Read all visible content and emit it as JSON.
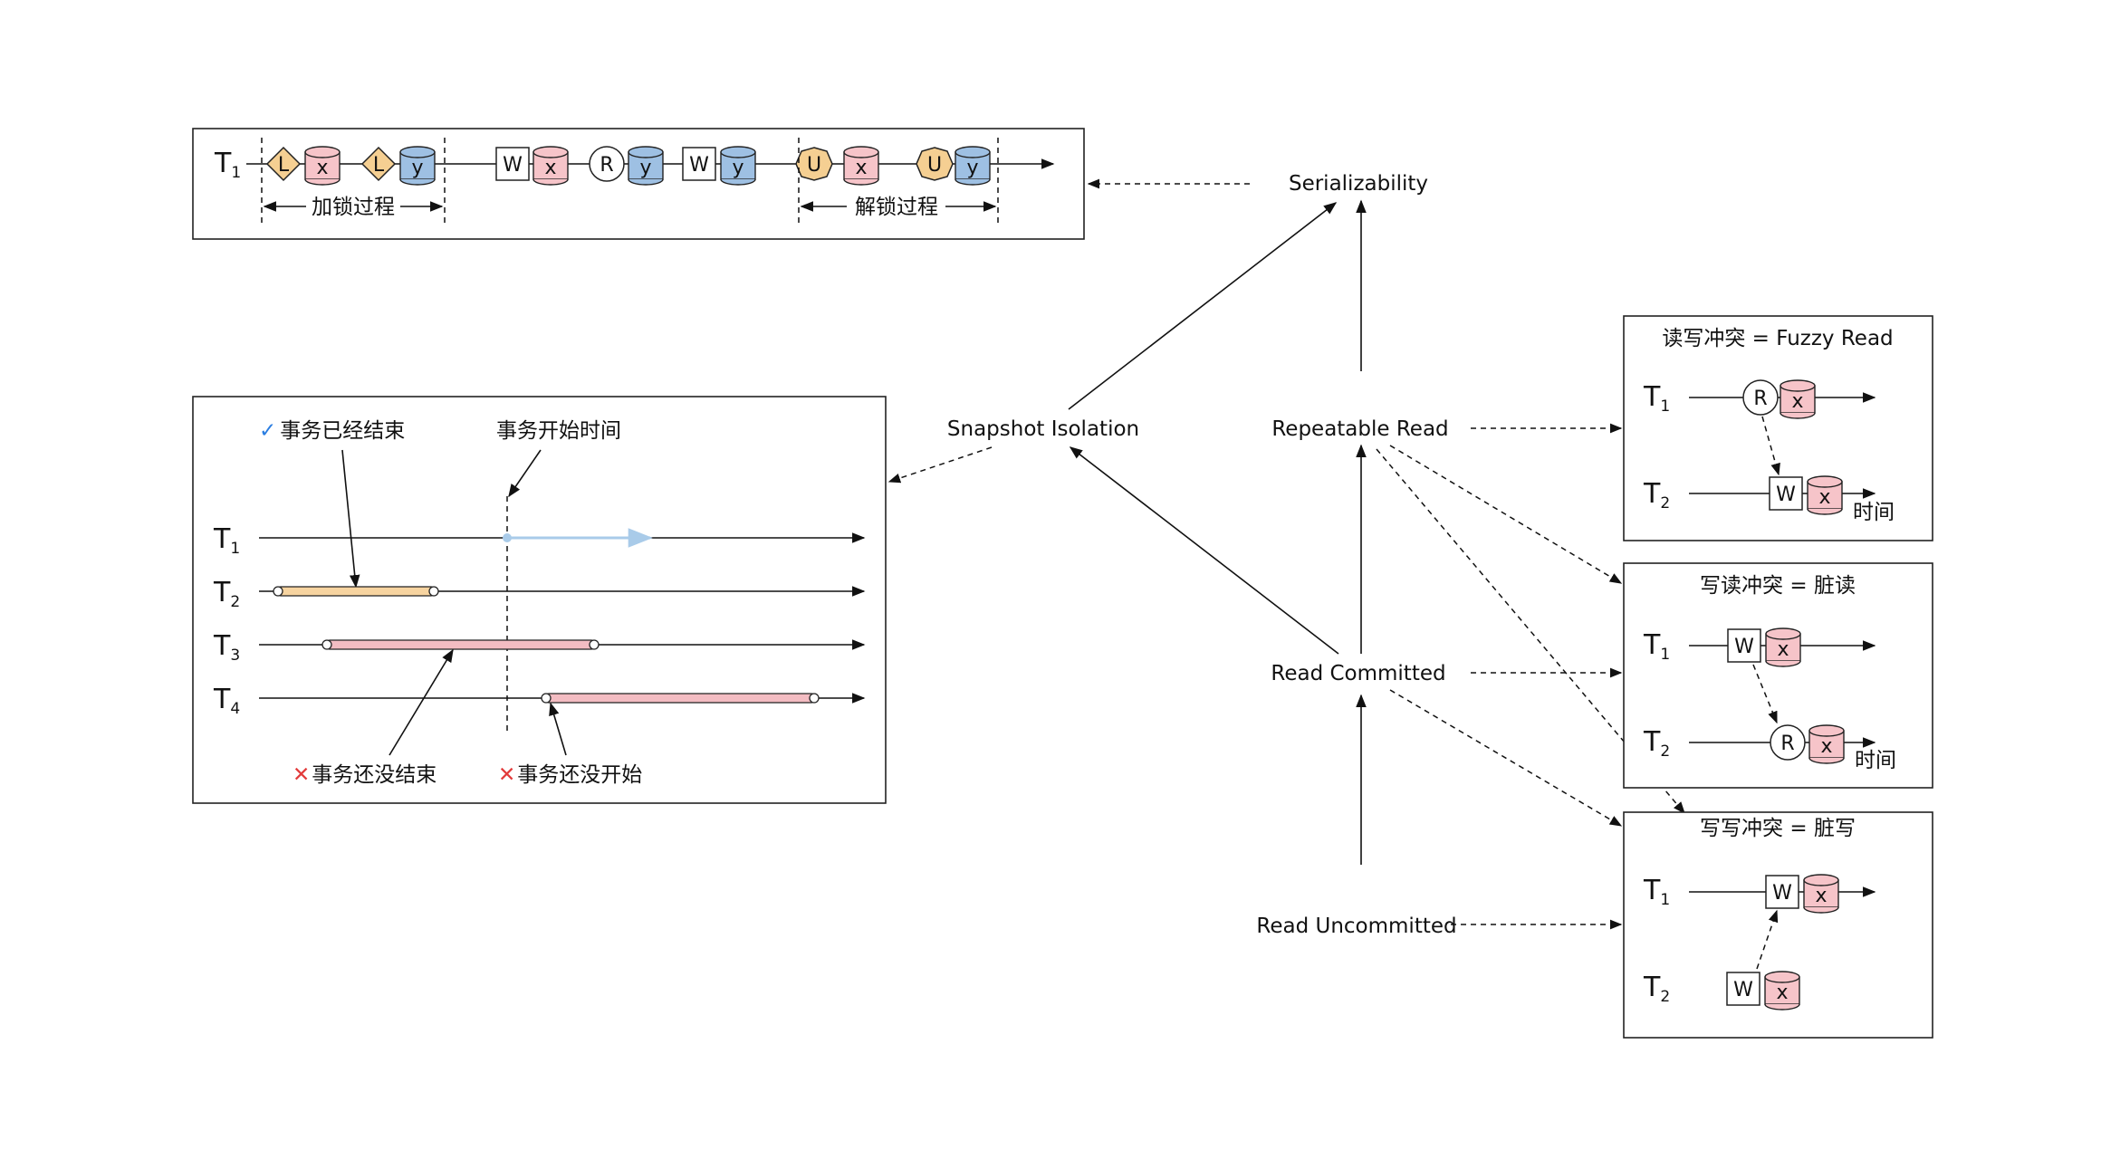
{
  "colors": {
    "data_red": "#f6c4c9",
    "data_blue": "#9ec0e3",
    "lock_orange": "#f5cf92",
    "bar_orange": "#f7d4a0",
    "bar_red": "#f3bcc2",
    "timeline_blue": "#a9cbe9",
    "check_blue": "#2a7de1",
    "cross_red": "#e23b3b"
  },
  "levels": {
    "serializability": "Serializability",
    "snapshot": "Snapshot Isolation",
    "repeatable": "Repeatable Read",
    "committed": "Read Committed",
    "uncommitted": "Read Uncommitted"
  },
  "lock_panel": {
    "t": "T",
    "sub": "1",
    "locking": "加锁过程",
    "unlocking": "解锁过程",
    "ops": [
      "L",
      "x",
      "L",
      "y",
      "W",
      "x",
      "R",
      "y",
      "W",
      "y",
      "U",
      "x",
      "U",
      "y"
    ]
  },
  "snapshot_panel": {
    "finished": "事务已经结束",
    "start_time": "事务开始时间",
    "not_finished": "事务还没结束",
    "not_started": "事务还没开始",
    "check": "✓",
    "cross": "✕",
    "t": "T",
    "rows": [
      "1",
      "2",
      "3",
      "4"
    ]
  },
  "conflicts": {
    "rw": {
      "title": "读写冲突 = Fuzzy Read",
      "op1": "R",
      "op2": "W",
      "data": "x",
      "time": "时间"
    },
    "wr": {
      "title": "写读冲突 = 脏读",
      "op1": "W",
      "op2": "R",
      "data": "x",
      "time": "时间"
    },
    "ww": {
      "title": "写写冲突 = 脏写",
      "op1": "W",
      "op2": "W",
      "data": "x"
    },
    "t": "T",
    "sub1": "1",
    "sub2": "2"
  }
}
